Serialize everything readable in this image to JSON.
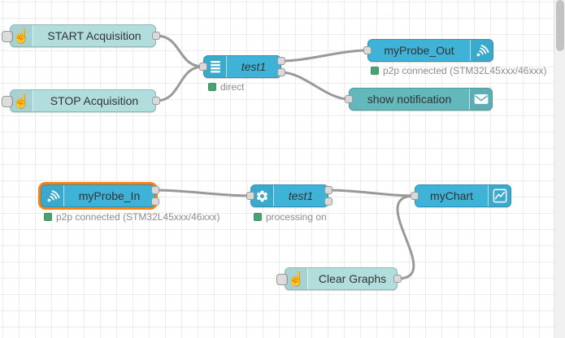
{
  "app": {
    "name": "flow editor workspace"
  },
  "colors": {
    "node_blue": "#3eb3d7",
    "node_inject": "#b2dddd",
    "node_notify": "#63b8bc",
    "status_green": "#4aa272",
    "wire_gray": "#999999",
    "selection_orange": "#ff7f0e"
  },
  "icons": {
    "inject": "hand-pointer-icon",
    "bars": "list-bars-icon",
    "gear": "gear-icon",
    "signal": "signal-waves-icon",
    "envelope": "envelope-icon",
    "chart": "line-chart-icon"
  },
  "nodes": {
    "start_acquisition": {
      "label": "START Acquisition"
    },
    "stop_acquisition": {
      "label": "STOP Acquisition"
    },
    "test1_top": {
      "label": "test1",
      "status": "direct"
    },
    "myprobe_out": {
      "label": "myProbe_Out",
      "status": "p2p connected (STM32L45xxx/46xxx)"
    },
    "show_notification": {
      "label": "show notification"
    },
    "myprobe_in": {
      "label": "myProbe_In",
      "status": "p2p connected (STM32L45xxx/46xxx)",
      "selected": true
    },
    "test1_bottom": {
      "label": "test1",
      "status": "processing on"
    },
    "mychart": {
      "label": "myChart"
    },
    "clear_graphs": {
      "label": "Clear Graphs"
    }
  }
}
